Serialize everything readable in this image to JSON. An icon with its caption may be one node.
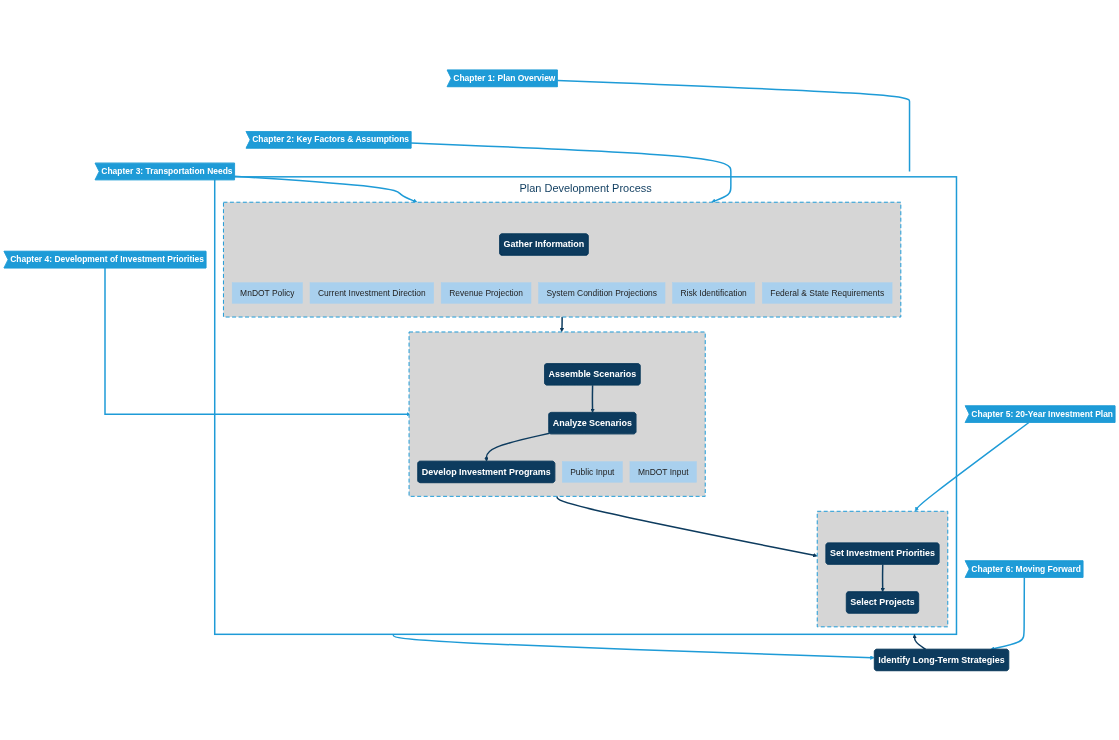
{
  "diagram": {
    "nodes": [
      {
        "text": [
          "Plan Development Process"
        ]
      },
      {
        "text": [],
        "shape": "box",
        "in": 0
      },
      {
        "text": [
          "Gather Information"
        ],
        "in": 1
      },
      {
        "text": [
          "MnDOT Policy"
        ],
        "in": 1
      },
      {
        "text": [
          "Current Investment Direction"
        ],
        "in": 1
      },
      {
        "text": [
          "Revenue Projection"
        ],
        "in": 1
      },
      {
        "text": [
          "System Condition Projections"
        ],
        "in": 1
      },
      {
        "text": [
          "Risk Identification"
        ],
        "in": 1
      },
      {
        "text": [
          "Federal & State Requirements"
        ],
        "in": 1
      },
      {
        "text": [],
        "shape": "box",
        "in": 0
      },
      {
        "text": [
          "Assemble Scenarios"
        ],
        "in": 9
      },
      {
        "text": [
          "Analyze Scenarios"
        ],
        "in": 9
      },
      {
        "text": [
          "Public Input"
        ],
        "in": 9
      },
      {
        "text": [
          "MnDOT Input"
        ],
        "in": 9
      },
      {
        "text": [
          "Develop Investment Programs"
        ],
        "in": 9
      },
      {
        "text": [],
        "shape": "box",
        "in": 0
      },
      {
        "text": [
          "Set Investment Priorities"
        ],
        "in": 15
      },
      {
        "text": [
          "Select Projects"
        ],
        "in": 15
      },
      {
        "text": [
          "Identify Long-Term Strategies"
        ]
      },
      {
        "text": [
          "Chapter 1: Plan Overview"
        ]
      },
      {
        "text": [
          "Chapter 2: Key Factors & Assumptions"
        ]
      },
      {
        "text": [
          "Chapter 3: Transportation Needs"
        ]
      },
      {
        "text": [
          "Chapter 4: Development of Investment Priorities"
        ]
      },
      {
        "text": [
          "Chapter 5: 20-Year Investment Plan"
        ]
      },
      {
        "text": [
          "Chapter 6: Moving Forward"
        ]
      }
    ],
    "edges": [
      {
        "from": 1,
        "to": 9,
        "arrow": "to",
        "color": "#0d3b5e"
      },
      {
        "from": 10,
        "to": 11,
        "arrow": "to",
        "color": "#0d3b5e"
      },
      {
        "from": 11,
        "to": 14,
        "arrow": "to",
        "color": "#0d3b5e"
      },
      {
        "from": 9,
        "to": 15,
        "arrow": "to",
        "color": "#0d3b5e"
      },
      {
        "from": 16,
        "to": 17,
        "arrow": "to",
        "color": "#0d3b5e"
      },
      {
        "from": 0,
        "to": 18,
        "arrow": "to",
        "color": "#1e9bd7"
      },
      {
        "from": 18,
        "to": 0,
        "arrow": "to",
        "color": "#0d3b5e"
      },
      {
        "from": 19,
        "to": 0,
        "arrow": "none",
        "color": "#1e9bd7"
      },
      {
        "from": 20,
        "to": 1,
        "arrow": "to",
        "color": "#1e9bd7"
      },
      {
        "from": 21,
        "to": 1,
        "arrow": "to",
        "color": "#1e9bd7"
      },
      {
        "from": 22,
        "to": 9,
        "arrow": "to",
        "color": "#1e9bd7"
      },
      {
        "from": 23,
        "to": 15,
        "arrow": "to",
        "color": "#1e9bd7"
      },
      {
        "from": 24,
        "to": 18,
        "arrow": "to",
        "color": "#1e9bd7"
      }
    ]
  }
}
